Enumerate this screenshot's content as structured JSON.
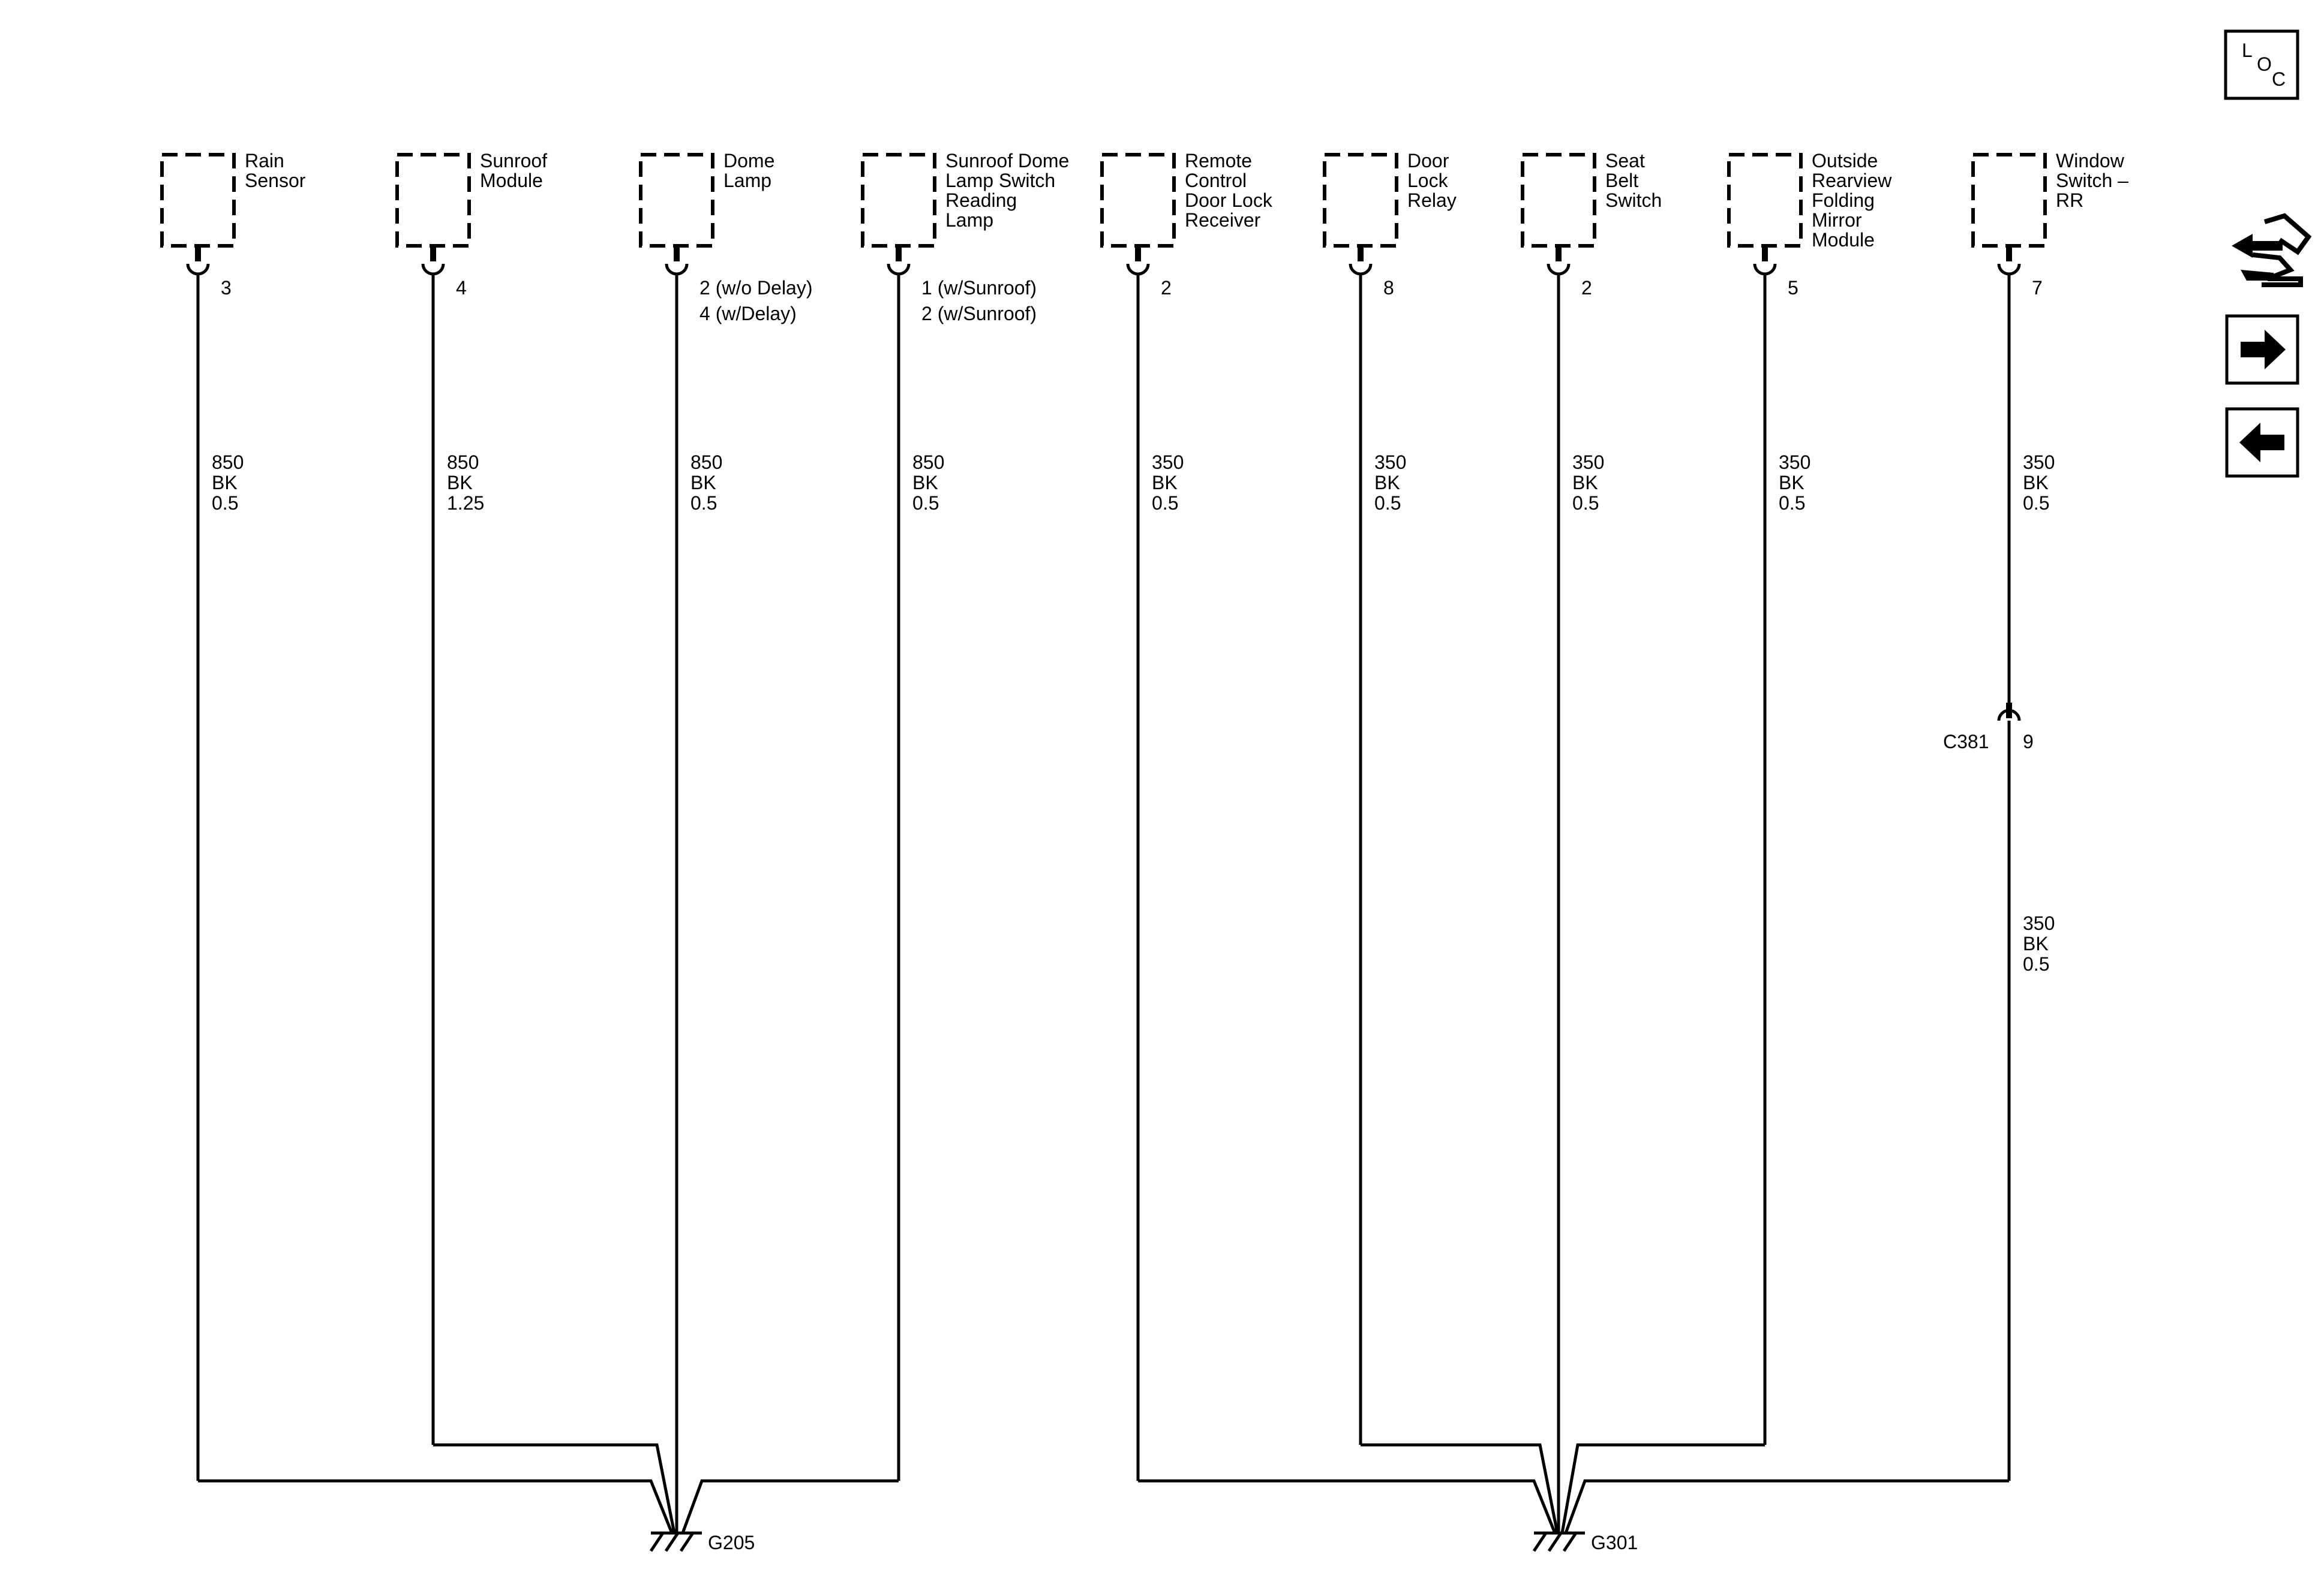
{
  "components": [
    {
      "id": "rain-sensor",
      "label": [
        "Rain",
        "Sensor"
      ],
      "pin": [
        "3"
      ],
      "wire": [
        "850",
        "BK",
        "0.5"
      ],
      "ground": "g205"
    },
    {
      "id": "sunroof-module",
      "label": [
        "Sunroof",
        "Module"
      ],
      "pin": [
        "4"
      ],
      "wire": [
        "850",
        "BK",
        "1.25"
      ],
      "ground": "g205"
    },
    {
      "id": "dome-lamp",
      "label": [
        "Dome",
        "Lamp"
      ],
      "pin": [
        "2 (w/o Delay)",
        "4 (w/Delay)"
      ],
      "wire": [
        "850",
        "BK",
        "0.5"
      ],
      "ground": "g205"
    },
    {
      "id": "sunroof-dome-lamp-switch",
      "label": [
        "Sunroof Dome",
        "Lamp Switch",
        "Reading",
        "Lamp"
      ],
      "pin": [
        "1 (w/Sunroof)",
        "2 (w/Sunroof)"
      ],
      "wire": [
        "850",
        "BK",
        "0.5"
      ],
      "ground": "g205"
    },
    {
      "id": "remote-control-door-lock-receiver",
      "label": [
        "Remote",
        "Control",
        "Door Lock",
        "Receiver"
      ],
      "pin": [
        "2"
      ],
      "wire": [
        "350",
        "BK",
        "0.5"
      ],
      "ground": "g301"
    },
    {
      "id": "door-lock-relay",
      "label": [
        "Door",
        "Lock",
        "Relay"
      ],
      "pin": [
        "8"
      ],
      "wire": [
        "350",
        "BK",
        "0.5"
      ],
      "ground": "g301"
    },
    {
      "id": "seat-belt-switch",
      "label": [
        "Seat",
        "Belt",
        "Switch"
      ],
      "pin": [
        "2"
      ],
      "wire": [
        "350",
        "BK",
        "0.5"
      ],
      "ground": "g301"
    },
    {
      "id": "outside-rearview-folding-mirror-module",
      "label": [
        "Outside",
        "Rearview",
        "Folding",
        "Mirror",
        "Module"
      ],
      "pin": [
        "5"
      ],
      "wire": [
        "350",
        "BK",
        "0.5"
      ],
      "ground": "g301"
    },
    {
      "id": "window-switch-rr",
      "label": [
        "Window",
        "Switch –",
        "RR"
      ],
      "pin": [
        "7"
      ],
      "wire": [
        "350",
        "BK",
        "0.5"
      ],
      "ground": "g301",
      "inline_connector": {
        "name": "C381",
        "pin": "9"
      },
      "wire_after": [
        "350",
        "BK",
        "0.5"
      ]
    }
  ],
  "grounds": {
    "g205": "G205",
    "g301": "G301"
  },
  "nav": {
    "loc_letters": [
      "L",
      "O",
      "C"
    ],
    "icons": [
      "connector-end-view-icon",
      "arrow-right-icon",
      "arrow-left-icon"
    ]
  }
}
